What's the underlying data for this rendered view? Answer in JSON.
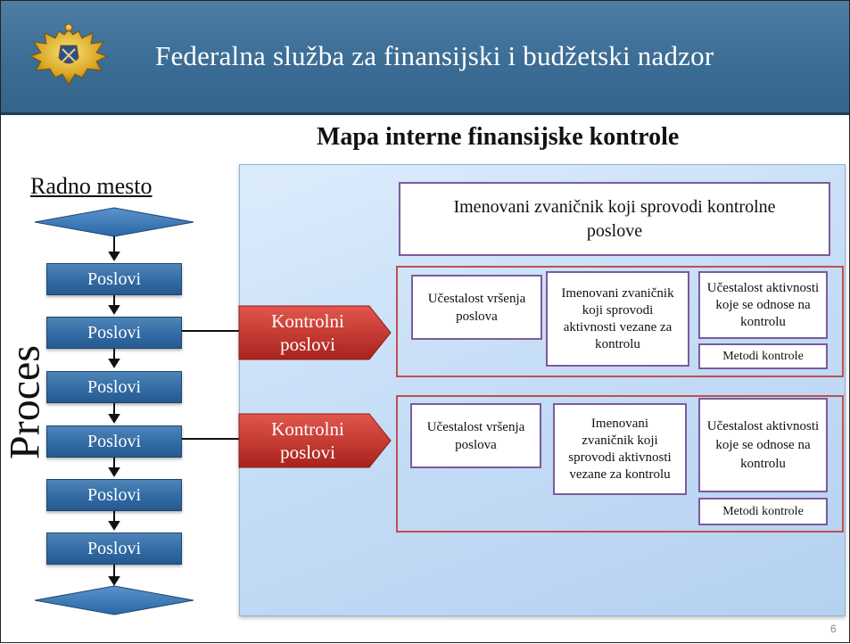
{
  "header": {
    "title": "Federalna služba za finansijski i budžetski nadzor",
    "emblem_icon": "double-headed-eagle-emblem-icon"
  },
  "slide": {
    "subtitle": "Mapa interne finansijske kontrole",
    "page_number": "6"
  },
  "left_flow": {
    "radno_label": "Radno mesto",
    "proces_label": "Proces",
    "jobs": [
      "Poslovi",
      "Poslovi",
      "Poslovi",
      "Poslovi",
      "Poslovi",
      "Poslovi"
    ]
  },
  "controls": [
    {
      "label_line1": "Kontrolni",
      "label_line2": "poslovi",
      "frequency": "Učestalost vršenja poslova",
      "official": "Imenovani zvaničnik koji sprovodi aktivnosti vezane za kontrolu",
      "activity_frequency": "Učestalost aktivnosti koje se odnose na kontrolu",
      "methods": "Metodi kontrole"
    },
    {
      "label_line1": "Kontrolni",
      "label_line2": "poslovi",
      "frequency": "Učestalost vršenja poslova",
      "official": "Imenovani zvaničnik koji sprovodi aktivnosti vezane za kontrolu",
      "activity_frequency": "Učestalost aktivnosti koje se odnose na kontrolu",
      "methods": "Metodi kontrole"
    }
  ],
  "map": {
    "top_box": "Imenovani zvaničnik koji sprovodi kontrolne poslove"
  },
  "colors": {
    "header_blue": "#3c6d95",
    "job_blue": "#2f69a3",
    "control_red": "#c0392b",
    "group_border": "#c0504d",
    "box_border": "#7b5b9b",
    "panel_blue": "#c4dcf6"
  }
}
